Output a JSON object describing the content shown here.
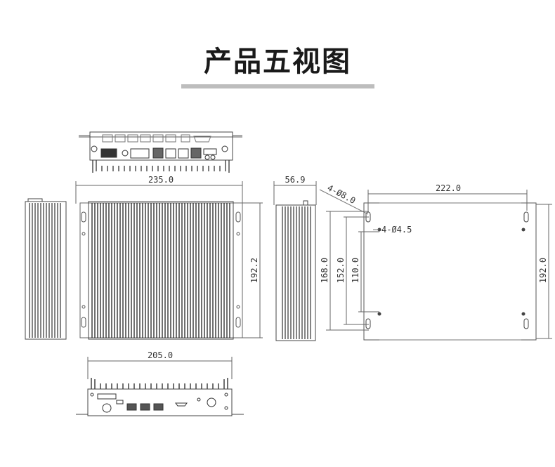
{
  "title": "产品五视图",
  "dimensions": {
    "top_width": "235.0",
    "side_depth": "56.9",
    "hole_large": "4-Ø8.0",
    "width_222": "222.0",
    "hole_small": "4-Ø4.5",
    "height_192_front": "192.2",
    "height_168": "168.0",
    "height_152": "152.0",
    "height_110": "110.0",
    "height_192_back": "192.0",
    "bottom_width": "205.0"
  }
}
